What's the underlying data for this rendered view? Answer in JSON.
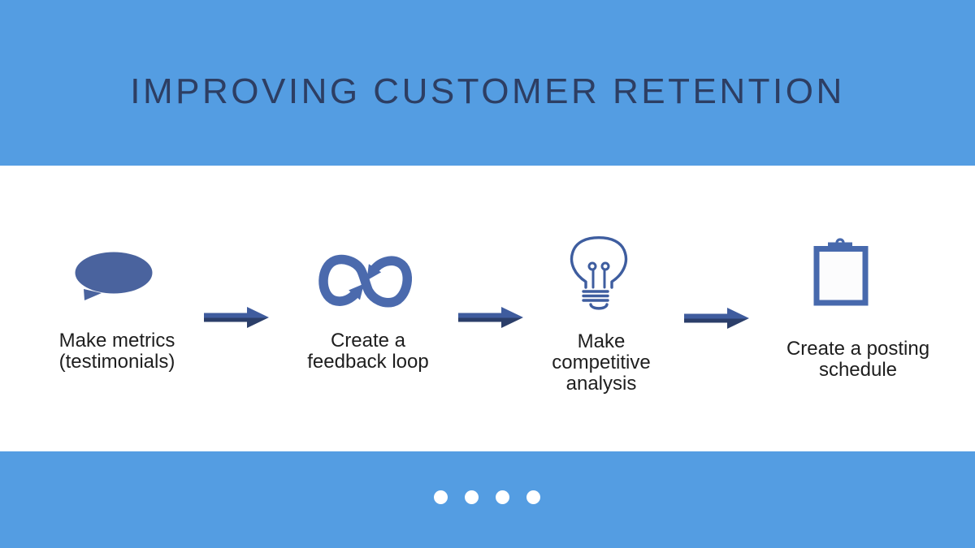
{
  "slide": {
    "title": "IMPROVING CUSTOMER RETENTION",
    "steps": [
      {
        "icon": "speech-bubble",
        "label": "Make metrics (testimonials)",
        "lines": [
          "Make metrics",
          "(testimonials)"
        ]
      },
      {
        "icon": "feedback-loop",
        "label": "Create a feedback loop",
        "lines": [
          "Create a",
          "feedback loop"
        ]
      },
      {
        "icon": "lightbulb",
        "label": "Make competitive analysis",
        "lines": [
          "Make",
          "competitive",
          "analysis"
        ]
      },
      {
        "icon": "clipboard",
        "label": "Create a posting schedule",
        "lines": [
          "Create a posting",
          "schedule"
        ]
      }
    ],
    "pagination": {
      "dot_count": 4,
      "dots": [
        "1",
        "2",
        "3",
        "4"
      ]
    },
    "colors": {
      "band_blue": "#549de2",
      "title_navy": "#2d3e63",
      "bubble_blue": "#4a639e",
      "loop_blue": "#4b6aad",
      "bulb_blue": "#3e5d9f",
      "clipboard_blue": "#4769ad",
      "arrow_top": "#3f5c9e",
      "arrow_bottom": "#2b3e69",
      "label_text": "#1e1e1e",
      "dot_white": "#ffffff"
    }
  }
}
